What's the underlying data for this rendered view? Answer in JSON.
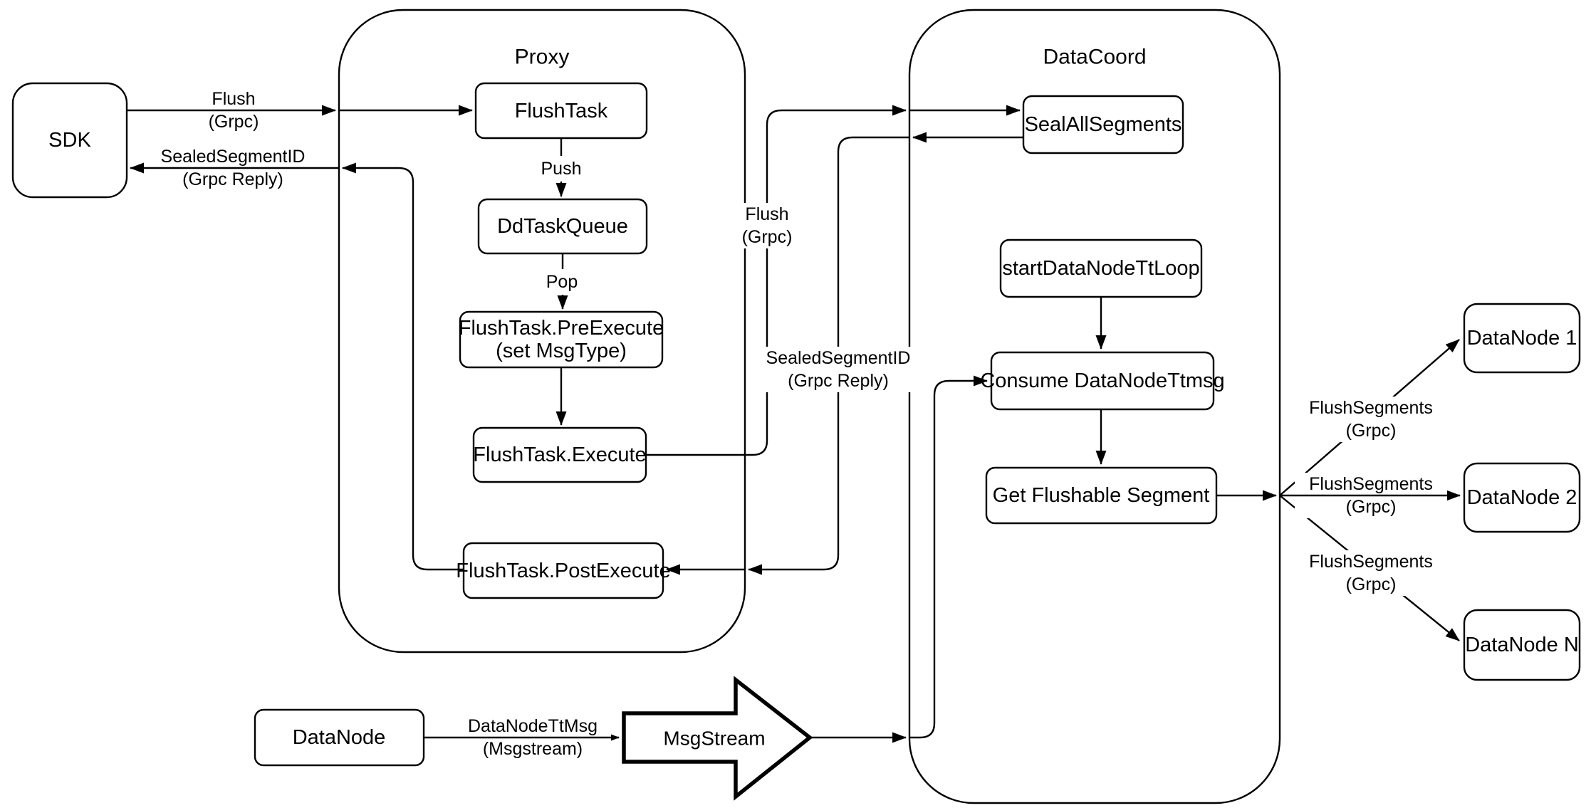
{
  "diagram": {
    "colors": {
      "stroke": "#000000",
      "background": "#ffffff"
    },
    "containers": {
      "proxy": {
        "title": "Proxy"
      },
      "datacoord": {
        "title": "DataCoord"
      }
    },
    "nodes": {
      "sdk": {
        "label": "SDK"
      },
      "flush_task": {
        "label": "FlushTask"
      },
      "dd_task_queue": {
        "label": "DdTaskQueue"
      },
      "pre_execute": {
        "line1": "FlushTask.PreExecute",
        "line2": "(set MsgType)"
      },
      "execute": {
        "label": "FlushTask.Execute"
      },
      "post_execute": {
        "label": "FlushTask.PostExecute"
      },
      "seal_all_segments": {
        "label": "SealAllSegments"
      },
      "start_datanode_tt_loop": {
        "label": "startDataNodeTtLoop"
      },
      "consume_datanode_ttmsg": {
        "label": "Consume DataNodeTtmsg"
      },
      "get_flushable_segment": {
        "label": "Get Flushable Segment"
      },
      "datanode_1": {
        "label": "DataNode 1"
      },
      "datanode_2": {
        "label": "DataNode 2"
      },
      "datanode_n": {
        "label": "DataNode N"
      },
      "datanode": {
        "label": "DataNode"
      },
      "msgstream": {
        "label": "MsgStream"
      }
    },
    "edge_labels": {
      "flush_grpc_sdk": {
        "line1": "Flush",
        "line2": "(Grpc)"
      },
      "sealed_segment_id_sdk": {
        "line1": "SealedSegmentID",
        "line2": "(Grpc Reply)"
      },
      "push": {
        "line1": "Push"
      },
      "pop": {
        "line1": "Pop"
      },
      "flush_grpc_mid": {
        "line1": "Flush",
        "line2": "(Grpc)"
      },
      "sealed_segment_id_mid": {
        "line1": "SealedSegmentID",
        "line2": "(Grpc Reply)"
      },
      "flush_segments_1": {
        "line1": "FlushSegments",
        "line2": "(Grpc)"
      },
      "flush_segments_2": {
        "line1": "FlushSegments",
        "line2": "(Grpc)"
      },
      "flush_segments_3": {
        "line1": "FlushSegments",
        "line2": "(Grpc)"
      },
      "datanode_ttmsg": {
        "line1": "DataNodeTtMsg",
        "line2": "(Msgstream)"
      }
    }
  }
}
